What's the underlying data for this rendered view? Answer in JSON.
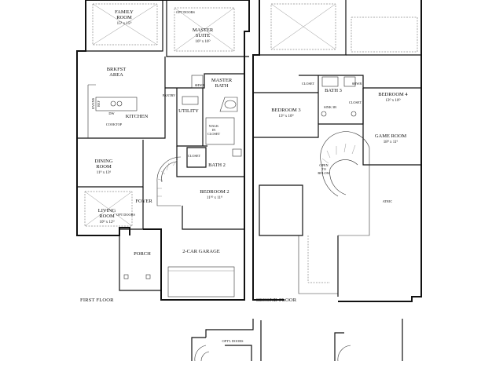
{
  "first_floor": {
    "caption": "FIRST FLOOR",
    "rooms": {
      "family": {
        "name": "FAMILY\nROOM",
        "dims": "15⁸ x 15⁰"
      },
      "master_suite": {
        "name": "MASTER\nSUITE",
        "dims": "16⁰ x 16⁰"
      },
      "brkfst": {
        "name": "BRKFST\nAREA"
      },
      "kitchen": {
        "name": "KITCHEN"
      },
      "master_bath": {
        "name": "MASTER\nBATH"
      },
      "shwr": {
        "name": "SHWR"
      },
      "pantry": {
        "name": "PANTRY"
      },
      "utility": {
        "name": "UTILITY"
      },
      "walk_in": {
        "name": "WALK\nIN\nCLOSET"
      },
      "dining": {
        "name": "DINING\nROOM",
        "dims": "11⁰ x 13⁶"
      },
      "bath2": {
        "name": "BATH 2"
      },
      "closet": {
        "name": "CLOSET"
      },
      "bedroom2": {
        "name": "BEDROOM 2",
        "dims": "11¹⁰ x 11⁰"
      },
      "foyer": {
        "name": "FOYER"
      },
      "living": {
        "name": "LIVING\nROOM",
        "dims": "10⁰ x 12⁰"
      },
      "porch": {
        "name": "PORCH"
      },
      "garage": {
        "name": "2-CAR GARAGE"
      }
    },
    "notes": {
      "opt_doors_top": "OPT DOORS",
      "cooktop": "COOKTOP",
      "dw": "DW",
      "opt_doors_living": "OPT DOORS",
      "ovens": "OVENS",
      "ref": "REF"
    }
  },
  "second_floor": {
    "caption": "SECOND FLOOR",
    "rooms": {
      "closet_left": {
        "name": "CLOSET"
      },
      "bath3": {
        "name": "BATH 3"
      },
      "shwr": {
        "name": "SHWR"
      },
      "closet_right": {
        "name": "CLOSET"
      },
      "bedroom3": {
        "name": "BEDROOM 3",
        "dims": "13⁰ x 10⁰"
      },
      "sink": {
        "name": "SINK 3B"
      },
      "bedroom4": {
        "name": "BEDROOM 4",
        "dims": "13⁰ x 10⁰"
      },
      "game_room": {
        "name": "GAME ROOM",
        "dims": "18⁰ x 11⁶"
      },
      "atric": {
        "name": "ATRIC"
      }
    },
    "notes": {
      "open_to_below": "OPEN\nTO\nBELOW"
    }
  },
  "bottom": {
    "opt_doors": "OPT'L DOORS"
  }
}
